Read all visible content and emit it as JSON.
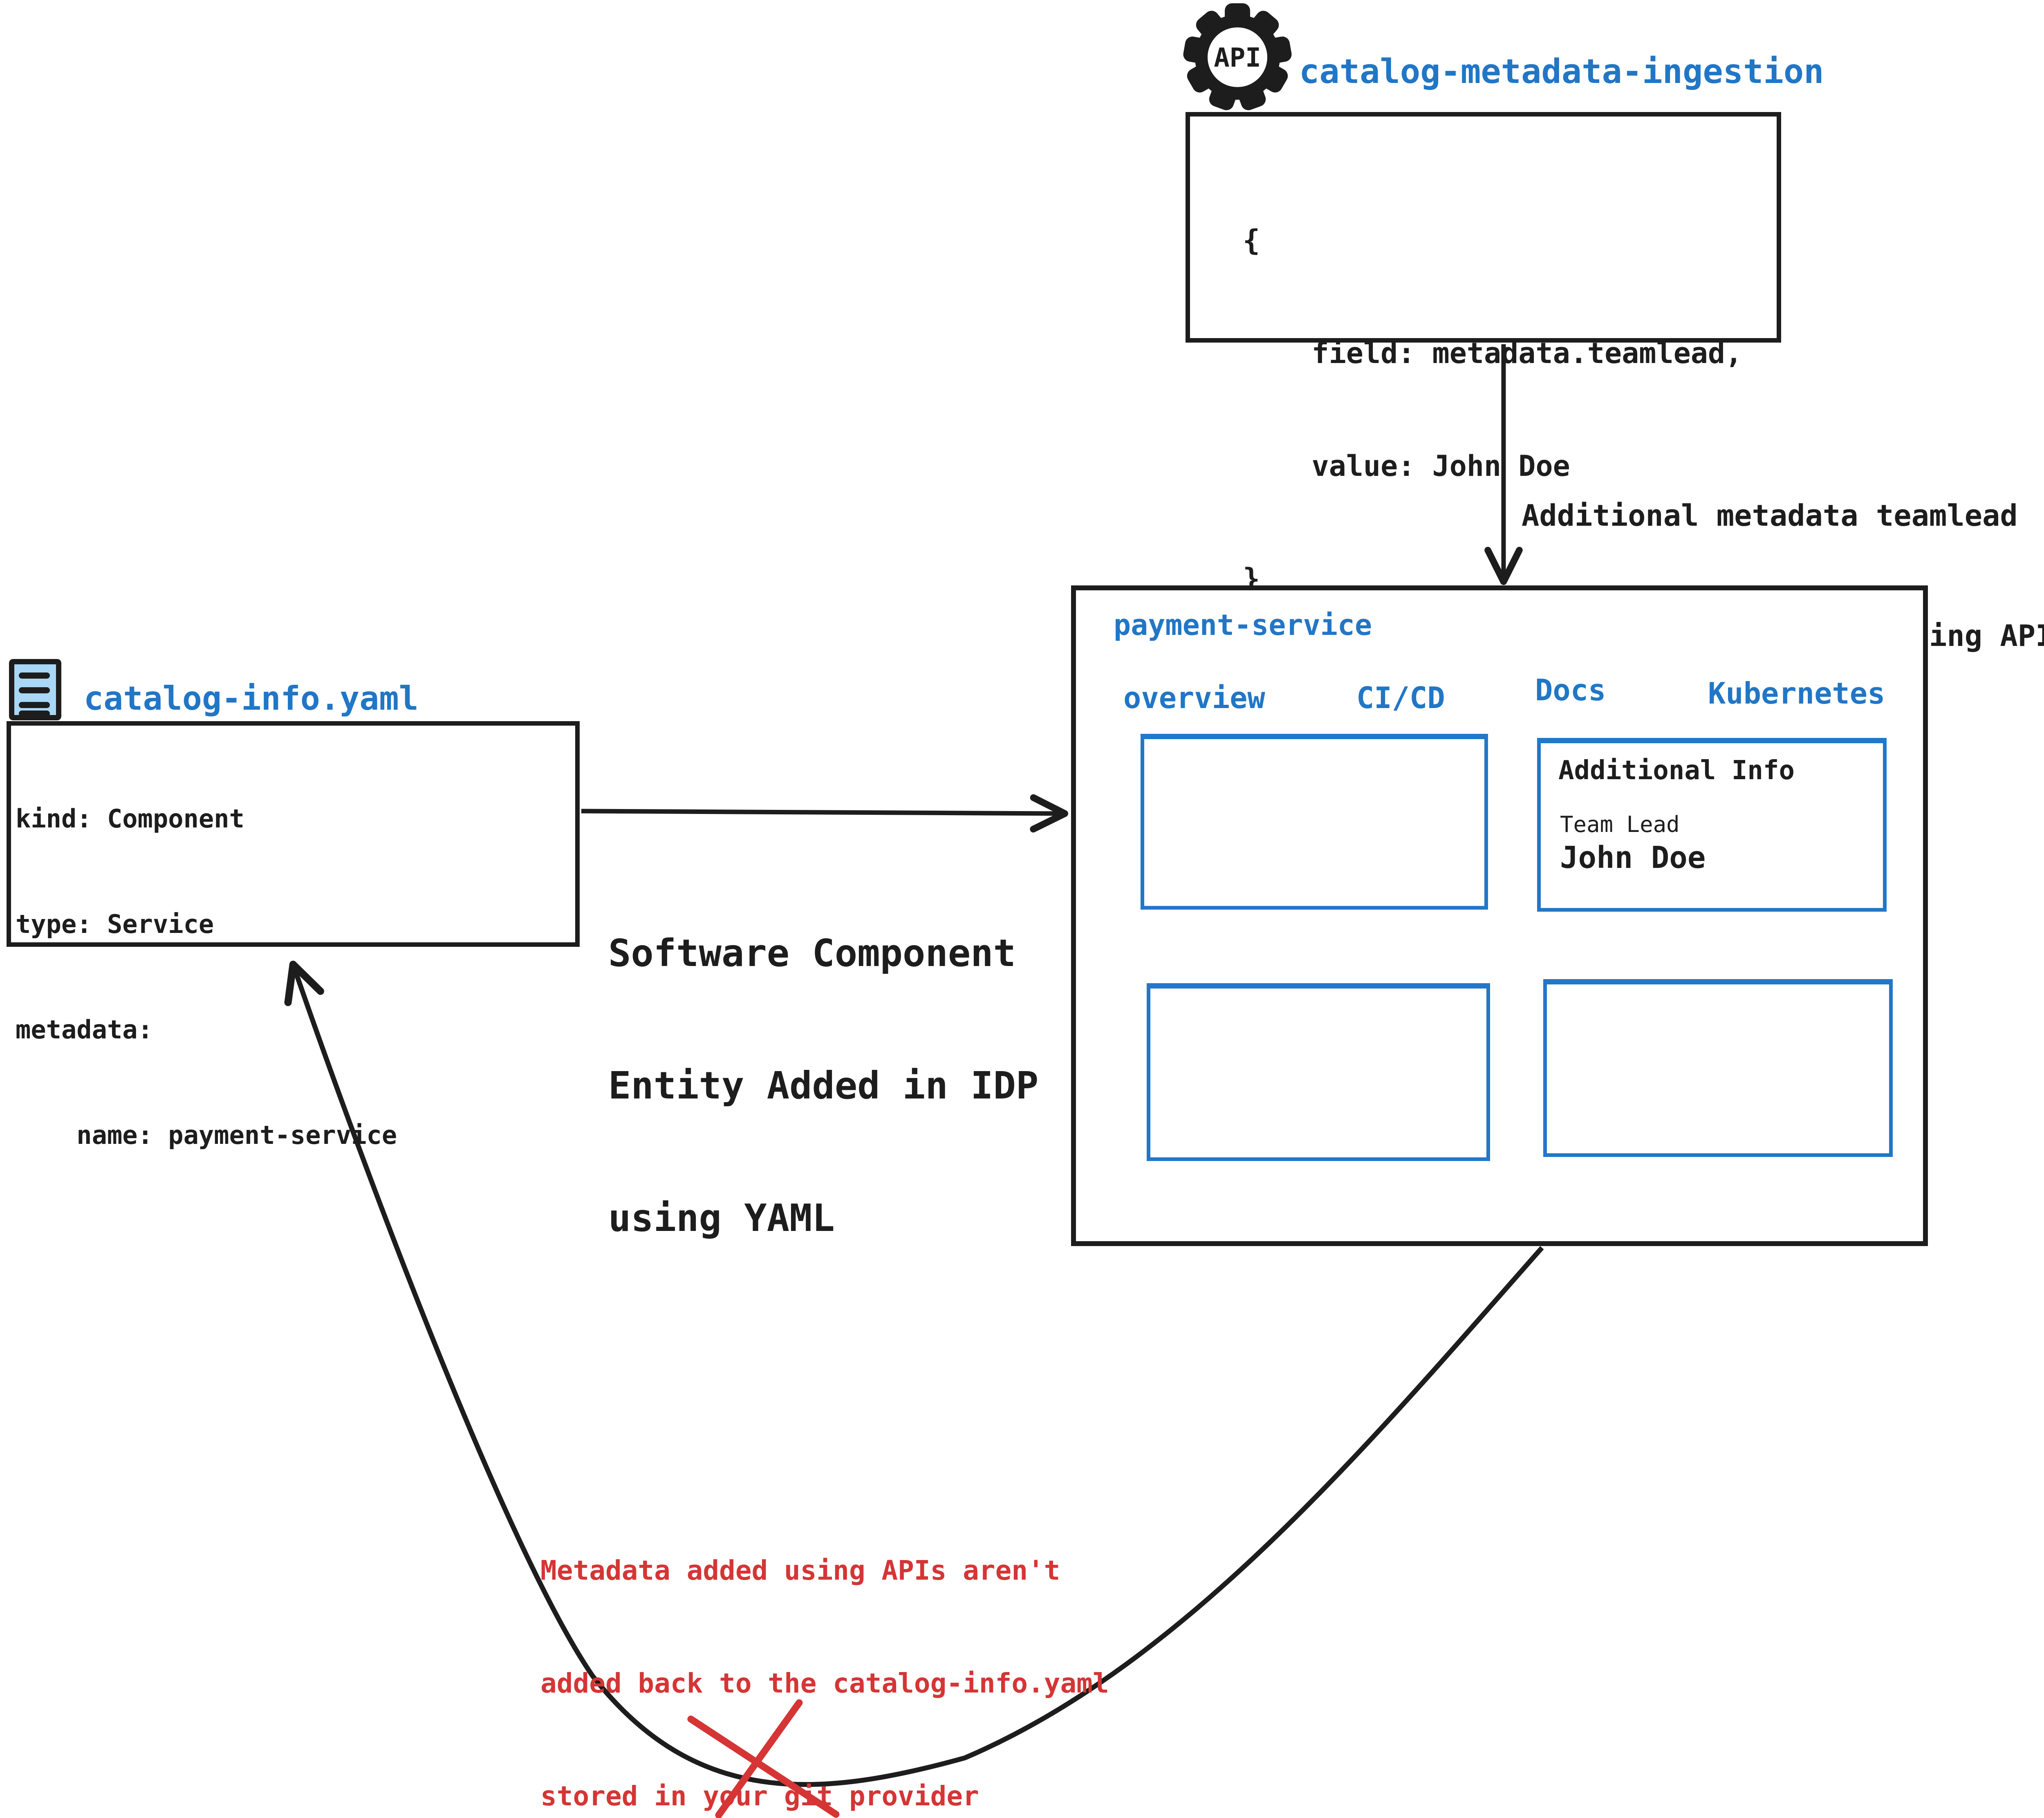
{
  "colors": {
    "accent_blue": "#2176c6",
    "panel_border_blue": "#2277c8",
    "alert_red": "#d53535",
    "ink_black": "#1d1d1d",
    "file_icon_fill": "#a9d7f6"
  },
  "api_ingestion": {
    "gear_icon_label": "API",
    "title": "catalog-metadata-ingestion",
    "code_lines": [
      "{",
      "    field: metadata.teamlead,",
      "    value: John Doe",
      "}"
    ]
  },
  "api_arrow_note": {
    "lines": [
      "Additional metadata teamlead",
      "added to the catalog using APIs"
    ]
  },
  "idp_portal": {
    "title": "payment-service",
    "tabs": [
      {
        "label": "overview"
      },
      {
        "label": "CI/CD"
      },
      {
        "label": "Docs"
      },
      {
        "label": "Kubernetes"
      }
    ],
    "additional_info_panel": {
      "title": "Additional Info",
      "field_label": "Team Lead",
      "field_value": "John Doe"
    }
  },
  "yaml_source": {
    "title": "catalog-info.yaml",
    "lines": [
      "kind: Component",
      "type: Service",
      "metadata:",
      "    name: payment-service"
    ]
  },
  "yaml_arrow_note": {
    "lines": [
      "Software Component",
      "Entity Added in IDP",
      "using YAML"
    ]
  },
  "api_feedback_note": {
    "lines": [
      "Metadata added using APIs aren't",
      "added back to the catalog-info.yaml",
      "stored in your git provider"
    ]
  }
}
